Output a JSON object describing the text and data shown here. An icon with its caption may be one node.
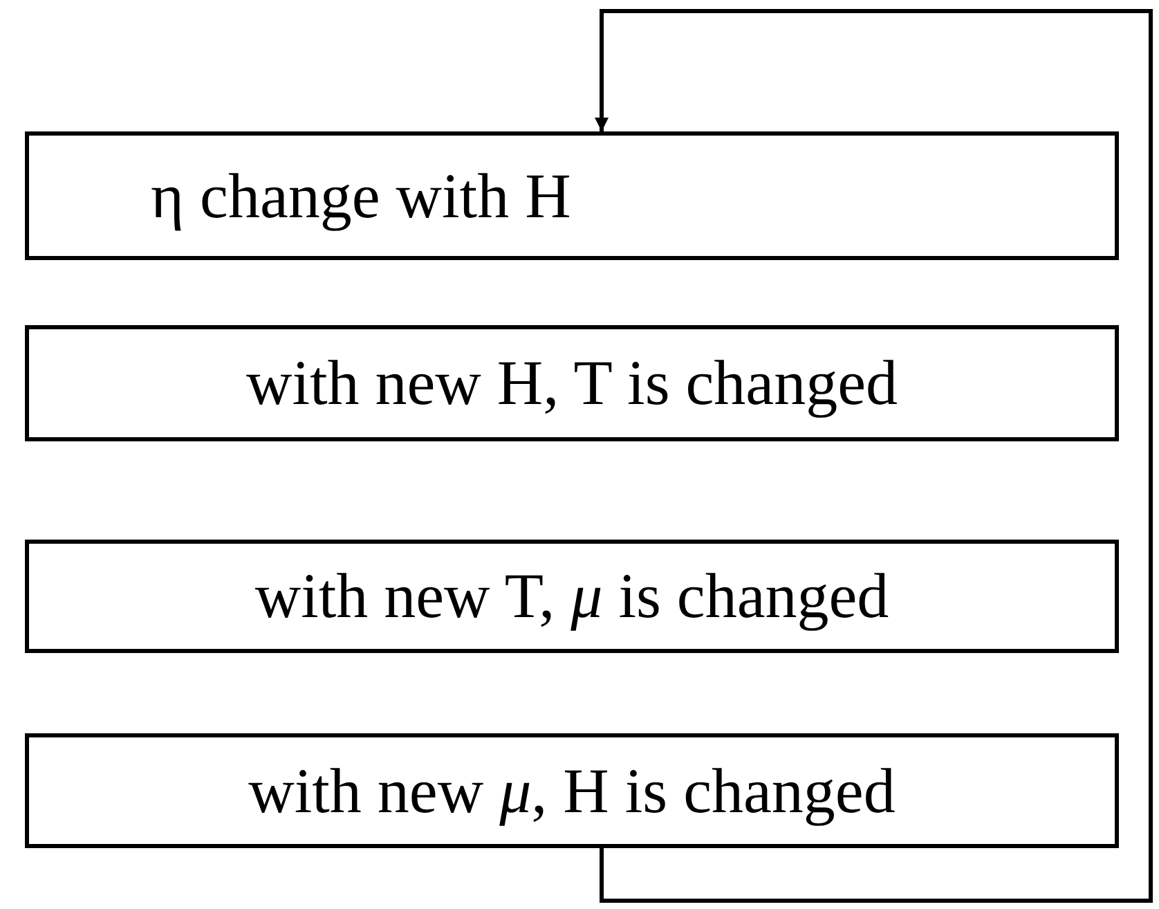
{
  "diagram": {
    "nodes": [
      {
        "text": [
          "η change with H"
        ]
      },
      {
        "text": [
          "with new H, T is changed"
        ]
      },
      {
        "text": [
          "with new T, *μ* is changed"
        ]
      },
      {
        "text": [
          "with new *μ*, H is changed"
        ]
      }
    ],
    "edges": [
      {
        "from": 3,
        "to": 0,
        "arrow": "to"
      }
    ]
  }
}
